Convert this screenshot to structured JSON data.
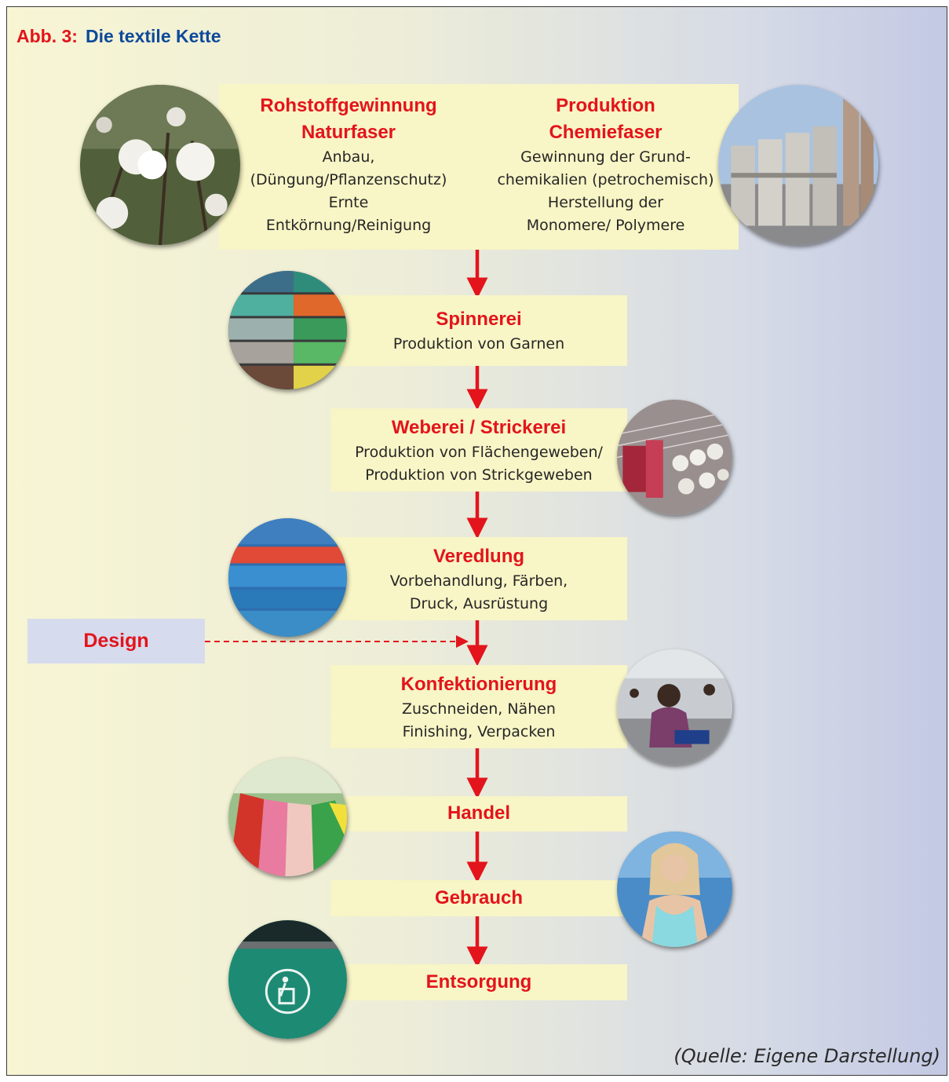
{
  "figure": {
    "label": "Abb. 3:",
    "title": "Die textile Kette",
    "source": "(Quelle: Eigene Darstellung)"
  },
  "top_box": {
    "left": {
      "heading_1": "Rohstoffgewinnung",
      "heading_2": "Naturfaser",
      "lines": [
        "Anbau,",
        "(Düngung/Pflanzenschutz)",
        "Ernte",
        "Entkörnung/Reinigung"
      ]
    },
    "right": {
      "heading_1": "Produktion",
      "heading_2": "Chemiefaser",
      "lines": [
        "Gewinnung der Grund-",
        "chemikalien (petrochemisch)",
        "Herstellung der",
        "Monomere/ Polymere"
      ]
    }
  },
  "stages": [
    {
      "heading": "Spinnerei",
      "lines": [
        "Produktion von Garnen"
      ]
    },
    {
      "heading": "Weberei / Strickerei",
      "lines": [
        "Produktion von Flächengeweben/",
        "Produktion von Strickgeweben"
      ]
    },
    {
      "heading": "Veredlung",
      "lines": [
        "Vorbehandlung, Färben,",
        "Druck, Ausrüstung"
      ]
    },
    {
      "heading": "Konfektionierung",
      "lines": [
        "Zuschneiden, Nähen",
        "Finishing, Verpacken"
      ]
    },
    {
      "heading": "Handel",
      "lines": []
    },
    {
      "heading": "Gebrauch",
      "lines": []
    },
    {
      "heading": "Entsorgung",
      "lines": []
    }
  ],
  "side_input": {
    "label": "Design"
  },
  "photos": {
    "cotton": "cotton-plant-photo",
    "silos": "chemical-silos-photo",
    "yarn": "yarn-spools-photo",
    "loom": "weaving-loom-photo",
    "fabric": "folded-fabric-photo",
    "factory": "sewing-worker-photo",
    "retail": "clothes-rack-photo",
    "person": "woman-wearing-top-photo",
    "bin": "trash-bin-photo"
  },
  "colors": {
    "heading": "#e3141b",
    "title_blue": "#0d4a9a",
    "box_fill": "#f8f5c6",
    "design_fill": "#d6dbee",
    "arrow": "#e3141b"
  }
}
